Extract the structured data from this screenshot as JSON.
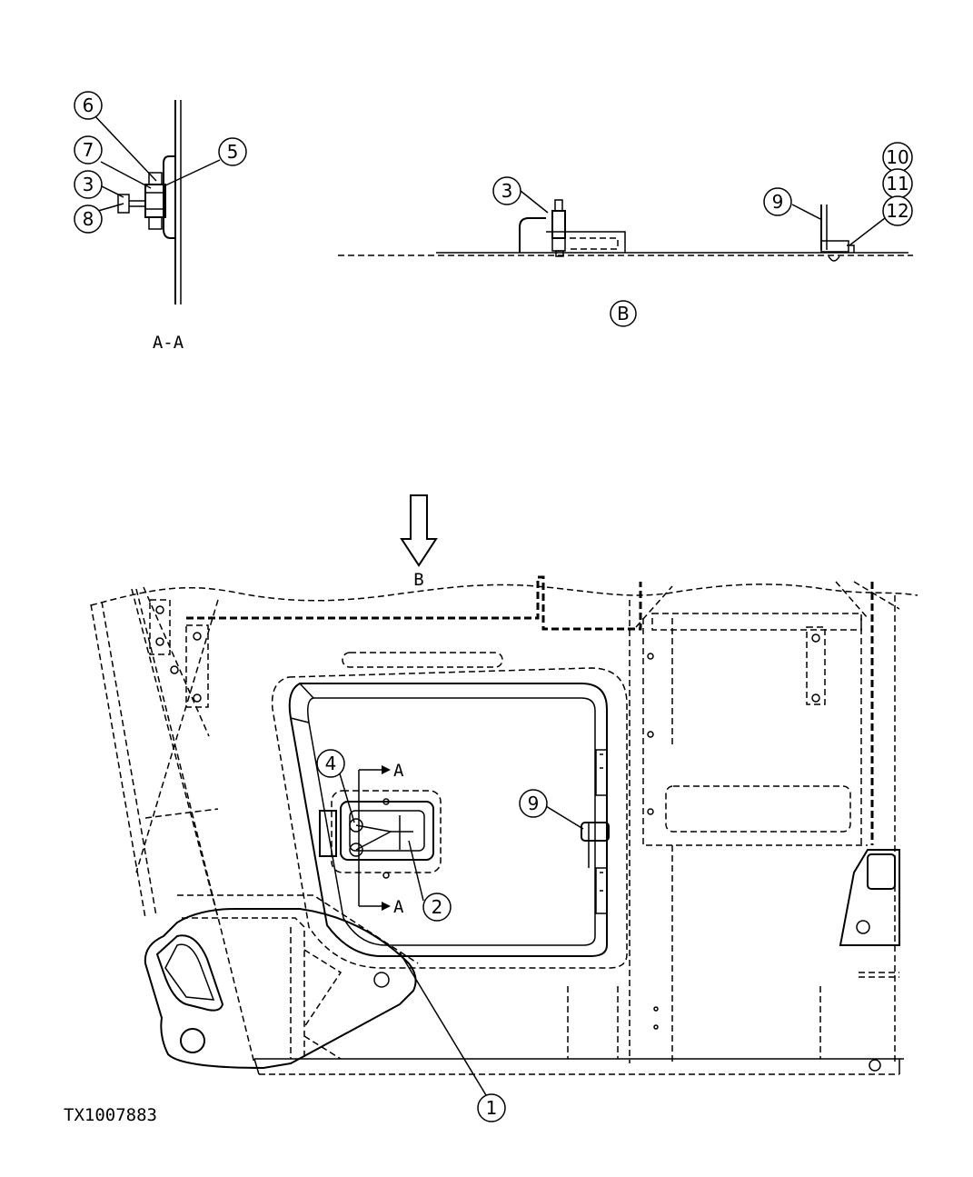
{
  "figure_id": "TX1007883",
  "views": {
    "section_aa": {
      "label": "A-A"
    },
    "detail_b": {
      "label": "B"
    },
    "main": {
      "view_arrow_label": "B",
      "section_marker_top": "A",
      "section_marker_bottom": "A"
    }
  },
  "callouts": {
    "c1": "1",
    "c2": "2",
    "c3a": "3",
    "c3b": "3",
    "c4": "4",
    "c5": "5",
    "c6": "6",
    "c7": "7",
    "c8": "8",
    "c9a": "9",
    "c9b": "9",
    "c10": "10",
    "c11": "11",
    "c12": "12"
  }
}
